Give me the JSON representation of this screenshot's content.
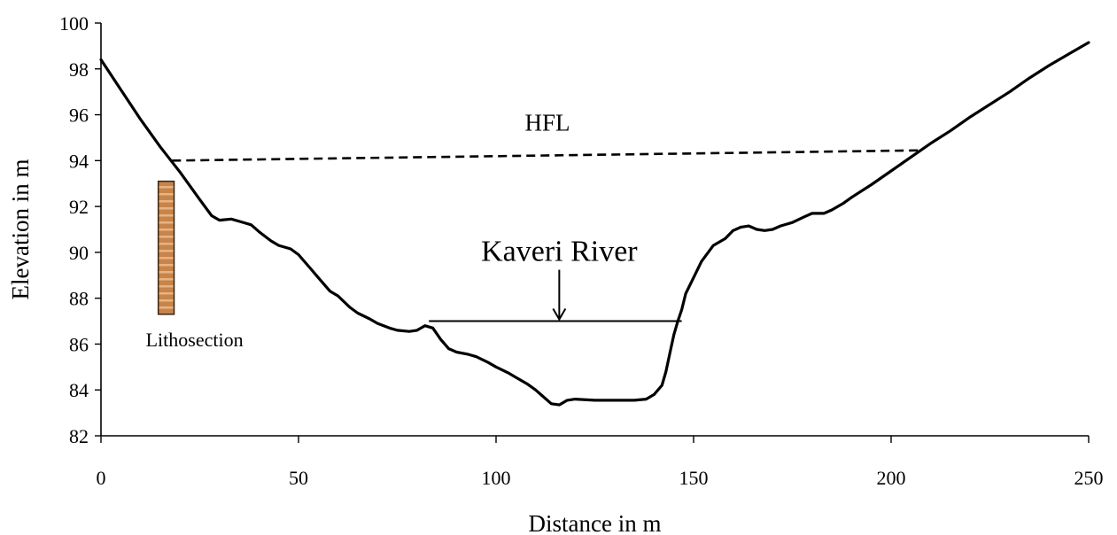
{
  "chart_data": {
    "type": "line",
    "title": "",
    "xlabel": "Distance in m",
    "ylabel": "Elevation in m",
    "xlim": [
      0,
      250
    ],
    "ylim": [
      82,
      100
    ],
    "xticks": [
      0,
      50,
      100,
      150,
      200,
      250
    ],
    "yticks": [
      82,
      84,
      86,
      88,
      90,
      92,
      94,
      96,
      98,
      100
    ],
    "grid": false,
    "legend": "none",
    "series": [
      {
        "x": [
          0,
          5,
          10,
          15,
          20,
          25,
          28,
          30,
          33,
          35,
          38,
          40,
          43,
          45,
          48,
          50,
          53,
          55,
          58,
          60,
          63,
          65,
          68,
          70,
          73,
          75,
          78,
          80,
          82,
          84,
          86,
          88,
          90,
          93,
          95,
          98,
          100,
          103,
          105,
          108,
          110,
          112,
          114,
          116,
          118,
          120,
          125,
          130,
          135,
          138,
          140,
          142,
          143,
          144,
          145,
          146,
          147,
          148,
          150,
          152,
          155,
          158,
          160,
          162,
          164,
          166,
          168,
          170,
          172,
          175,
          178,
          180,
          183,
          185,
          188,
          190,
          195,
          200,
          205,
          210,
          215,
          220,
          225,
          230,
          235,
          240,
          245,
          250
        ],
        "y": [
          98.4,
          97.1,
          95.8,
          94.6,
          93.5,
          92.3,
          91.6,
          91.4,
          91.45,
          91.35,
          91.2,
          90.9,
          90.5,
          90.3,
          90.15,
          89.9,
          89.3,
          88.9,
          88.3,
          88.1,
          87.6,
          87.35,
          87.1,
          86.9,
          86.7,
          86.6,
          86.55,
          86.6,
          86.8,
          86.7,
          86.2,
          85.8,
          85.65,
          85.55,
          85.45,
          85.2,
          85.0,
          84.75,
          84.55,
          84.25,
          84.0,
          83.7,
          83.4,
          83.35,
          83.55,
          83.6,
          83.55,
          83.55,
          83.55,
          83.6,
          83.8,
          84.2,
          84.8,
          85.6,
          86.4,
          87.0,
          87.5,
          88.2,
          88.9,
          89.6,
          90.3,
          90.6,
          90.95,
          91.1,
          91.15,
          91.0,
          90.95,
          91.0,
          91.15,
          91.3,
          91.55,
          91.7,
          91.7,
          91.85,
          92.15,
          92.4,
          92.95,
          93.55,
          94.15,
          94.75,
          95.3,
          95.9,
          96.45,
          97.0,
          97.6,
          98.15,
          98.65,
          99.15
        ]
      }
    ],
    "hfl": {
      "label": "HFL",
      "x": [
        18,
        208
      ],
      "y": [
        94.0,
        94.45
      ]
    },
    "river": {
      "label": "Kaveri River",
      "water_level": 87.0,
      "x_range": [
        83,
        147
      ],
      "arrow_x": 116
    },
    "lithosection": {
      "label": "Lithosection",
      "x_range": [
        14.5,
        18.5
      ],
      "y_range": [
        87.3,
        93.1
      ]
    },
    "colors": {
      "line": "#000000",
      "litho_fill": "#c8844a",
      "litho_stripe": "#e8b382",
      "litho_border": "#3a2410"
    }
  }
}
